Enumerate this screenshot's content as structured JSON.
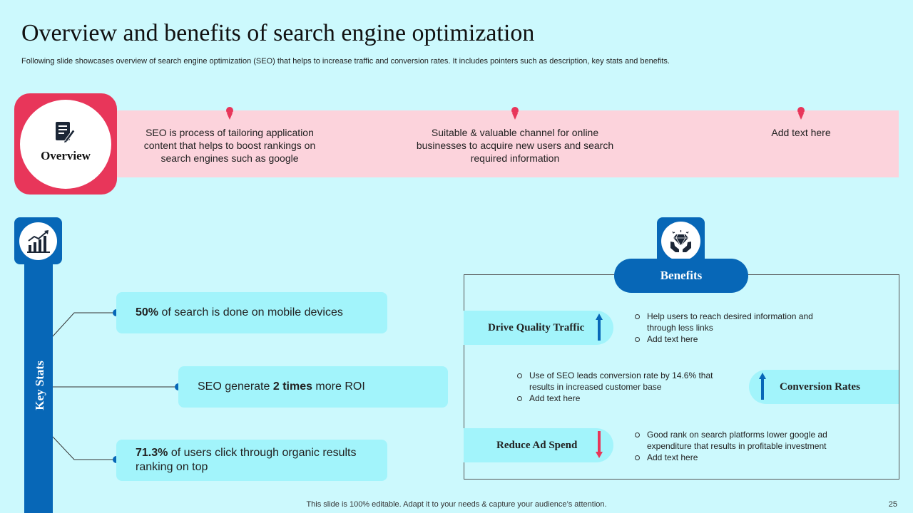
{
  "header": {
    "title": "Overview and benefits of search engine optimization",
    "subtitle": "Following slide showcases overview of search engine optimization (SEO) that helps to increase traffic and conversion rates. It includes pointers such as description, key stats and benefits."
  },
  "overview": {
    "label": "Overview",
    "icon": "document-icon",
    "points": [
      "SEO is process of tailoring application content that helps to boost rankings on search engines such as google",
      "Suitable & valuable channel for online businesses to acquire new users and search required information",
      "Add text here"
    ]
  },
  "key_stats": {
    "label": "Key Stats",
    "icon": "bar-chart-growth-icon",
    "stats": [
      {
        "highlight": "50%",
        "text": " of search is done on mobile devices"
      },
      {
        "pre": "SEO generate ",
        "highlight": "2 times",
        "post": " more ROI"
      },
      {
        "highlight": "71.3%",
        "text": " of users click through  organic results ranking on top"
      }
    ]
  },
  "benefits": {
    "title": "Benefits",
    "icon": "diamond-in-hands-icon",
    "items": [
      {
        "label": "Drive Quality Traffic",
        "arrow": "up",
        "bullets": [
          "Help users to reach desired information and through less links",
          "Add text here"
        ]
      },
      {
        "label": "Conversion Rates",
        "arrow": "up",
        "bullets": [
          "Use of SEO leads conversion  rate by 14.6% that results in increased  customer base",
          "Add text here"
        ]
      },
      {
        "label": "Reduce Ad Spend",
        "arrow": "down",
        "bullets": [
          "Good rank on search platforms lower google ad expenditure that results in profitable investment",
          "Add text here"
        ]
      }
    ]
  },
  "footer": {
    "note": "This slide is 100% editable. Adapt it to your needs & capture your audience’s attention.",
    "page": "25"
  },
  "colors": {
    "background": "#ccf9fd",
    "accent_red": "#e8365a",
    "band_pink": "#fcd3dc",
    "accent_blue": "#0767b7",
    "box_cyan": "#a2f4fb"
  }
}
